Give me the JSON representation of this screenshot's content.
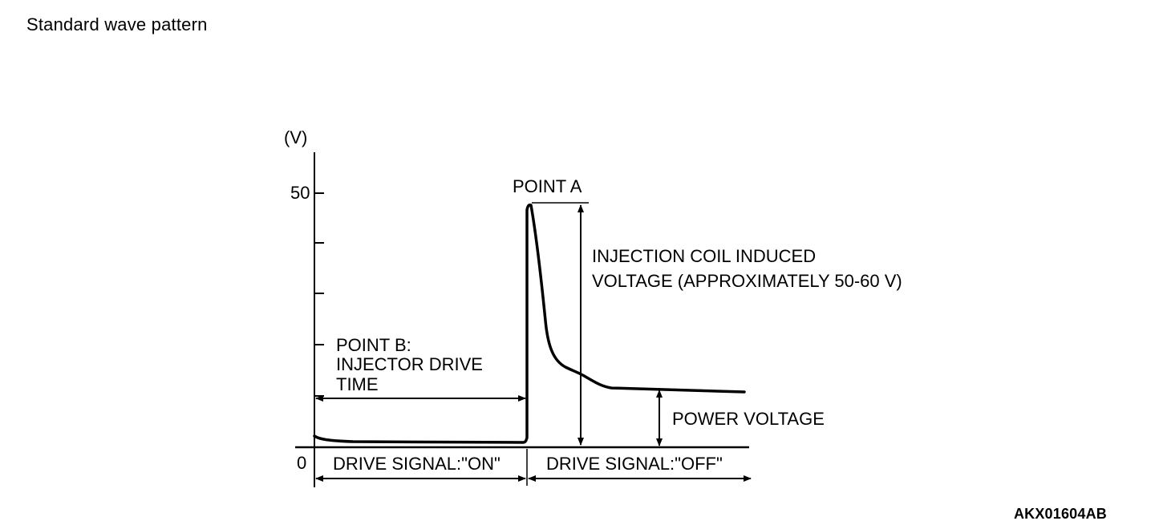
{
  "page_title": "Standard wave pattern",
  "figure_code": "AKX01604AB",
  "axis": {
    "y_unit": "(V)",
    "y_tick_50": "50",
    "y_tick_0": "0"
  },
  "labels": {
    "point_a": "POINT A",
    "coil_voltage_line1": "INJECTION COIL INDUCED",
    "coil_voltage_line2": "VOLTAGE (APPROXIMATELY 50-60 V)",
    "point_b_line1": "POINT B:",
    "point_b_line2": "INJECTOR DRIVE",
    "point_b_line3": "TIME",
    "power_voltage": "POWER VOLTAGE",
    "drive_on": "DRIVE SIGNAL:\"ON\"",
    "drive_off": "DRIVE SIGNAL:\"OFF\""
  }
}
